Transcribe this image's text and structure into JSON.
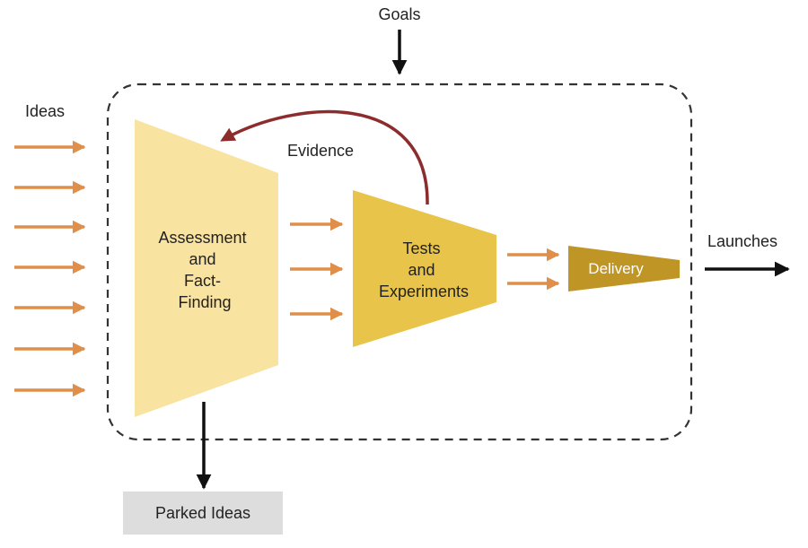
{
  "labels": {
    "goals": "Goals",
    "ideas": "Ideas",
    "evidence": "Evidence",
    "launches": "Launches",
    "parked": "Parked Ideas"
  },
  "stages": [
    {
      "id": "assessment",
      "lines": [
        "Assessment",
        "and",
        "Fact-",
        "Finding"
      ]
    },
    {
      "id": "tests",
      "lines": [
        "Tests",
        "and",
        "Experiments"
      ]
    },
    {
      "id": "delivery",
      "lines": [
        "Delivery"
      ]
    }
  ],
  "colors": {
    "assessment": "#f9e3a0",
    "tests": "#e9c44a",
    "delivery": "#bf9526",
    "flow_arrow": "#e08f4a",
    "evidence_arrow": "#8b2d2d",
    "black_arrow": "#111111",
    "parked_box": "#dddddd",
    "boundary": "#333333"
  }
}
